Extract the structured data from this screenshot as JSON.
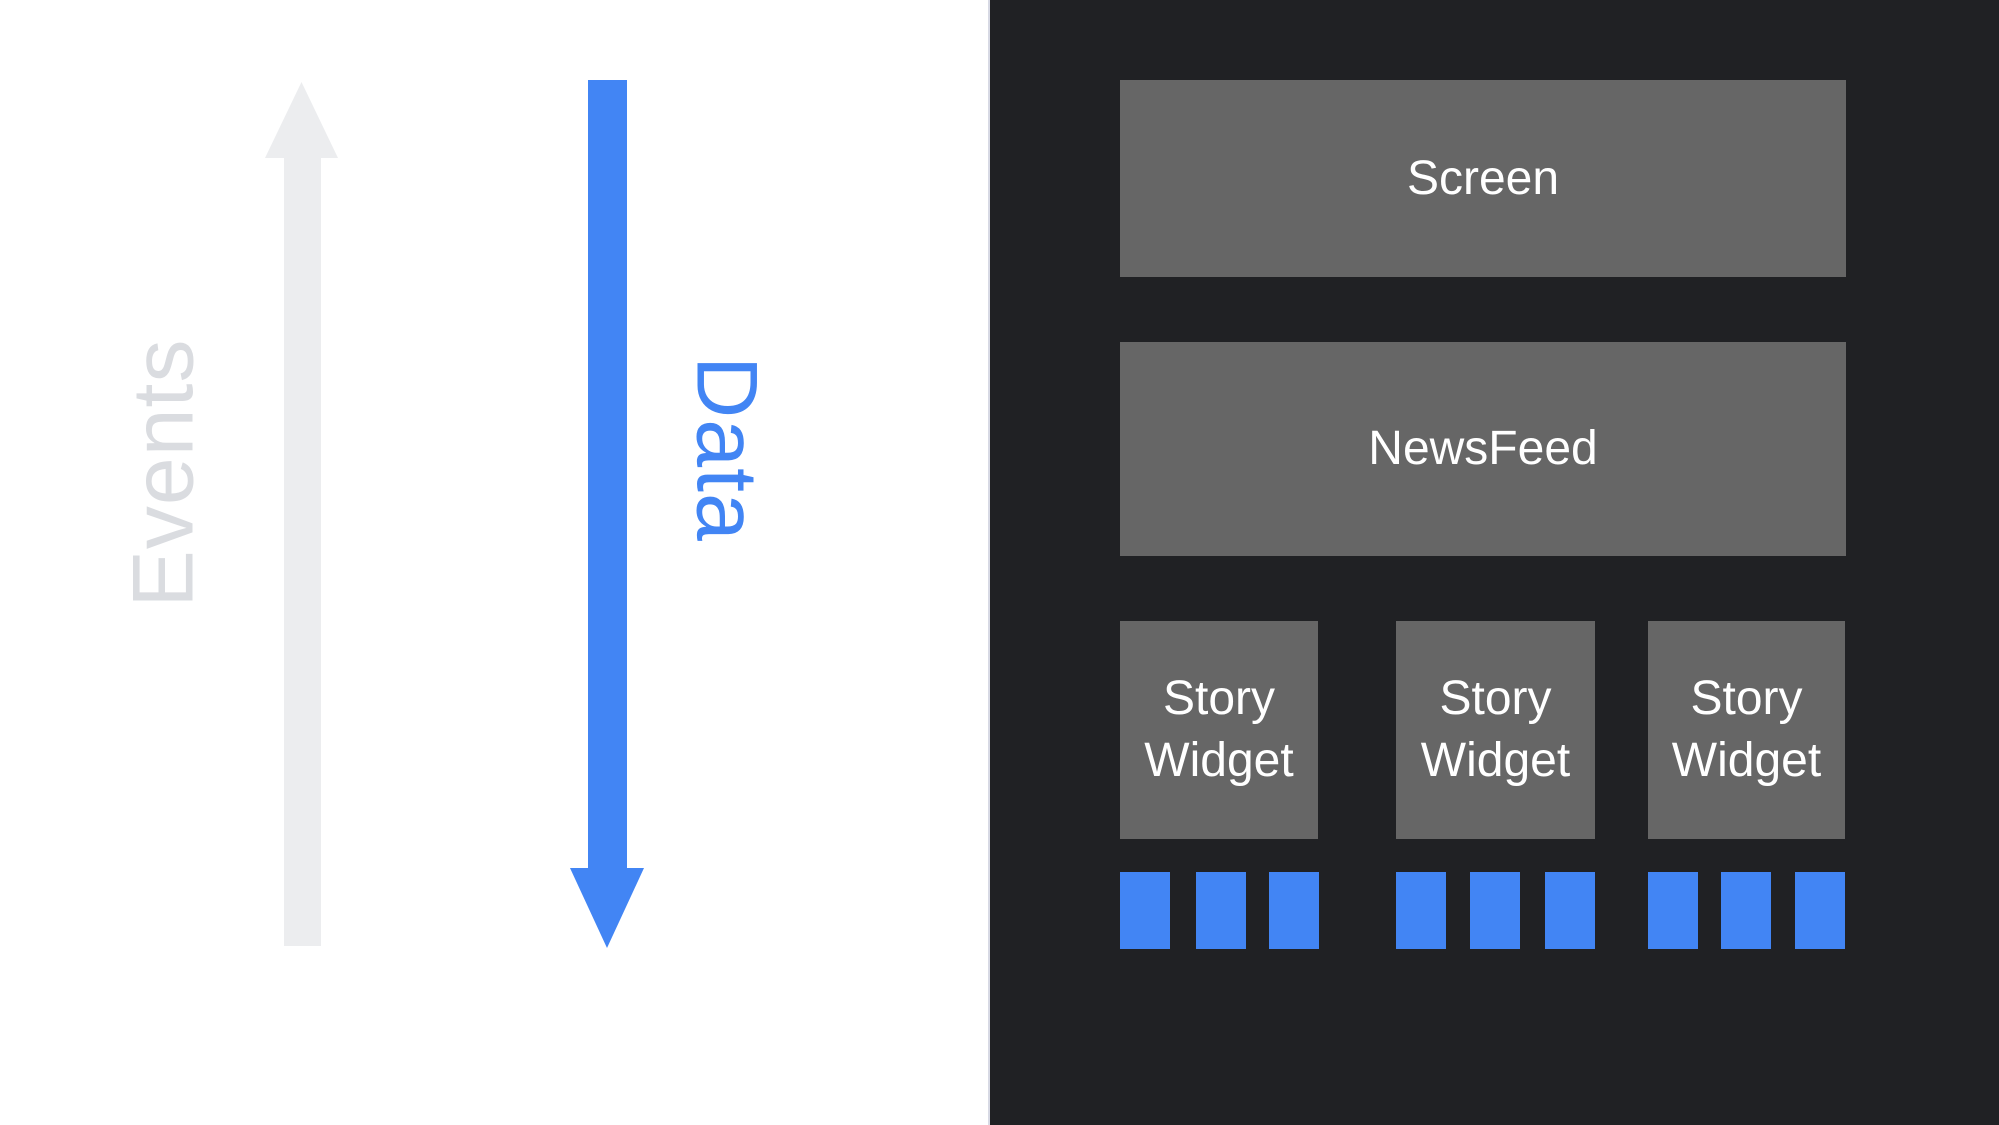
{
  "colors": {
    "white_bg": "#ffffff",
    "dark_bg": "#202124",
    "box_gray": "#666666",
    "blue": "#4285f4",
    "light_gray_arrow": "#ecedef",
    "light_gray_text": "#dadce0",
    "white_text": "#ffffff",
    "divider": "#d7d9e4"
  },
  "left_panel": {
    "events_label": "Events",
    "data_label": "Data",
    "events_arrow_direction": "up",
    "data_arrow_direction": "down"
  },
  "right_panel": {
    "screen_box": {
      "label": "Screen"
    },
    "newsfeed_box": {
      "label": "NewsFeed"
    },
    "story_widgets": [
      {
        "label": "Story Widget",
        "squares": 3
      },
      {
        "label": "Story Widget",
        "squares": 3
      },
      {
        "label": "Story Widget",
        "squares": 3
      }
    ]
  }
}
